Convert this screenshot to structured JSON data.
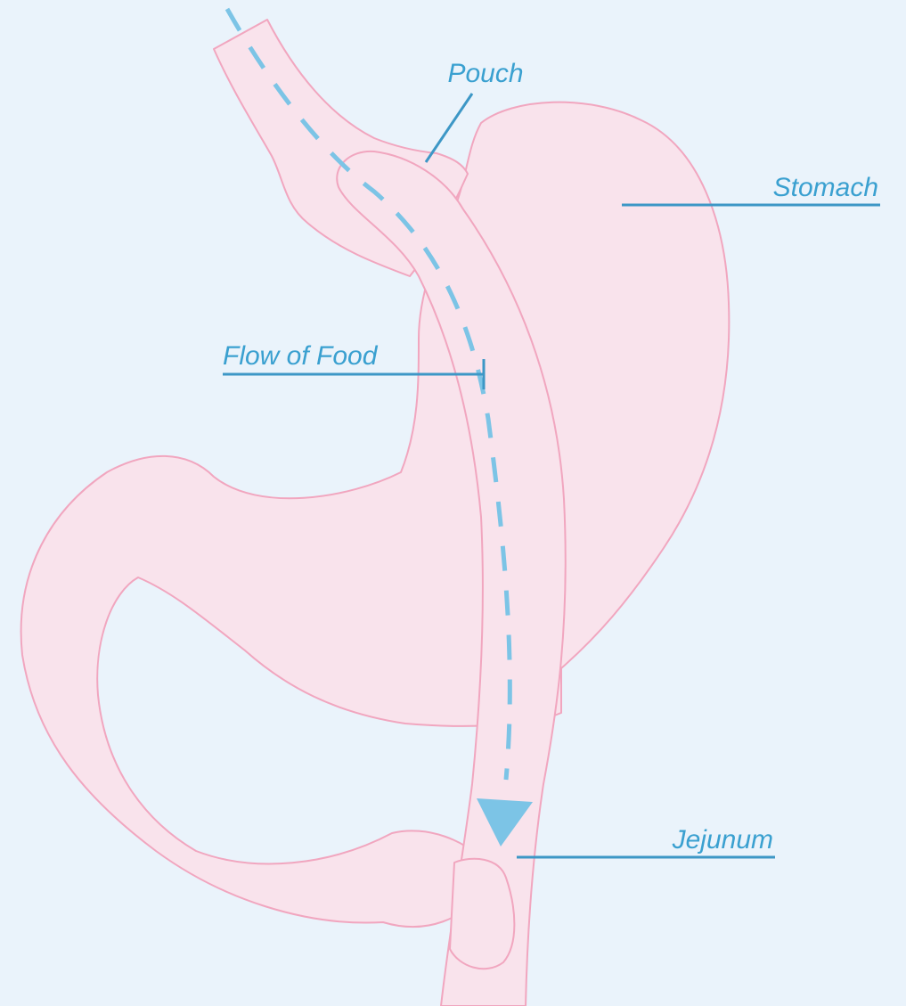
{
  "labels": {
    "pouch": "Pouch",
    "stomach": "Stomach",
    "flow_of_food": "Flow of Food",
    "jejunum": "Jejunum"
  },
  "colors": {
    "background": "#eaf3fb",
    "organ_fill": "#f9e3ec",
    "organ_outline": "#f1a6bf",
    "label_text": "#3aa0d0",
    "leader_line": "#3d97c6",
    "flow_arrow": "#7cc4e6"
  }
}
